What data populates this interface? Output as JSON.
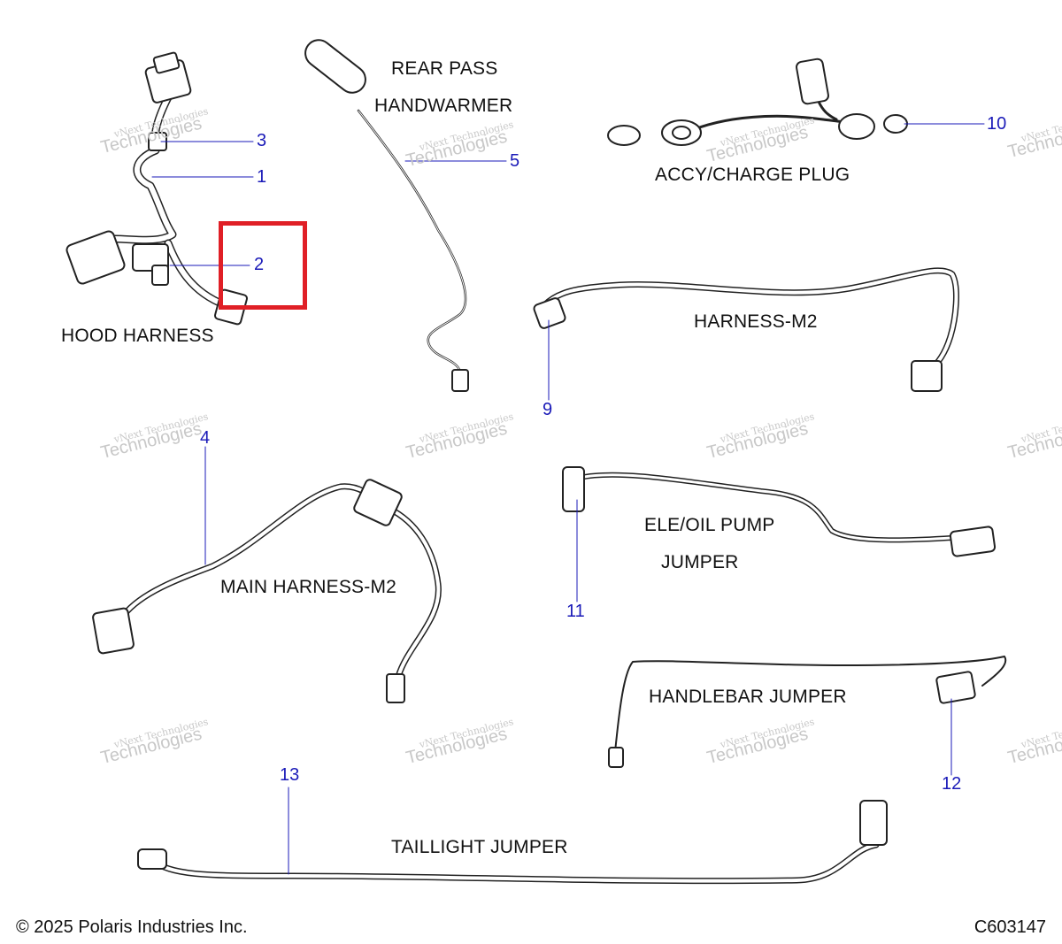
{
  "labels": {
    "hood_harness": "HOOD HARNESS",
    "rear_pass_1": "REAR PASS",
    "rear_pass_2": "HANDWARMER",
    "accy_charge_plug": "ACCY/CHARGE PLUG",
    "harness_m2": "HARNESS-M2",
    "main_harness_m2": "MAIN HARNESS-M2",
    "ele_oil_1": "ELE/OIL PUMP",
    "ele_oil_2": "JUMPER",
    "handlebar_jumper": "HANDLEBAR JUMPER",
    "taillight_jumper": "TAILLIGHT JUMPER"
  },
  "callouts": {
    "c1": "1",
    "c2": "2",
    "c3": "3",
    "c4": "4",
    "c5": "5",
    "c9": "9",
    "c10": "10",
    "c11": "11",
    "c12": "12",
    "c13": "13"
  },
  "watermark": {
    "line1": "vNext Technologies",
    "line2": "Technologies"
  },
  "footer": {
    "copyright": "© 2025 Polaris Industries Inc.",
    "code": "C603147"
  },
  "colors": {
    "callout": "#1a1ab8",
    "highlight": "#e01f26",
    "line": "#222222"
  }
}
